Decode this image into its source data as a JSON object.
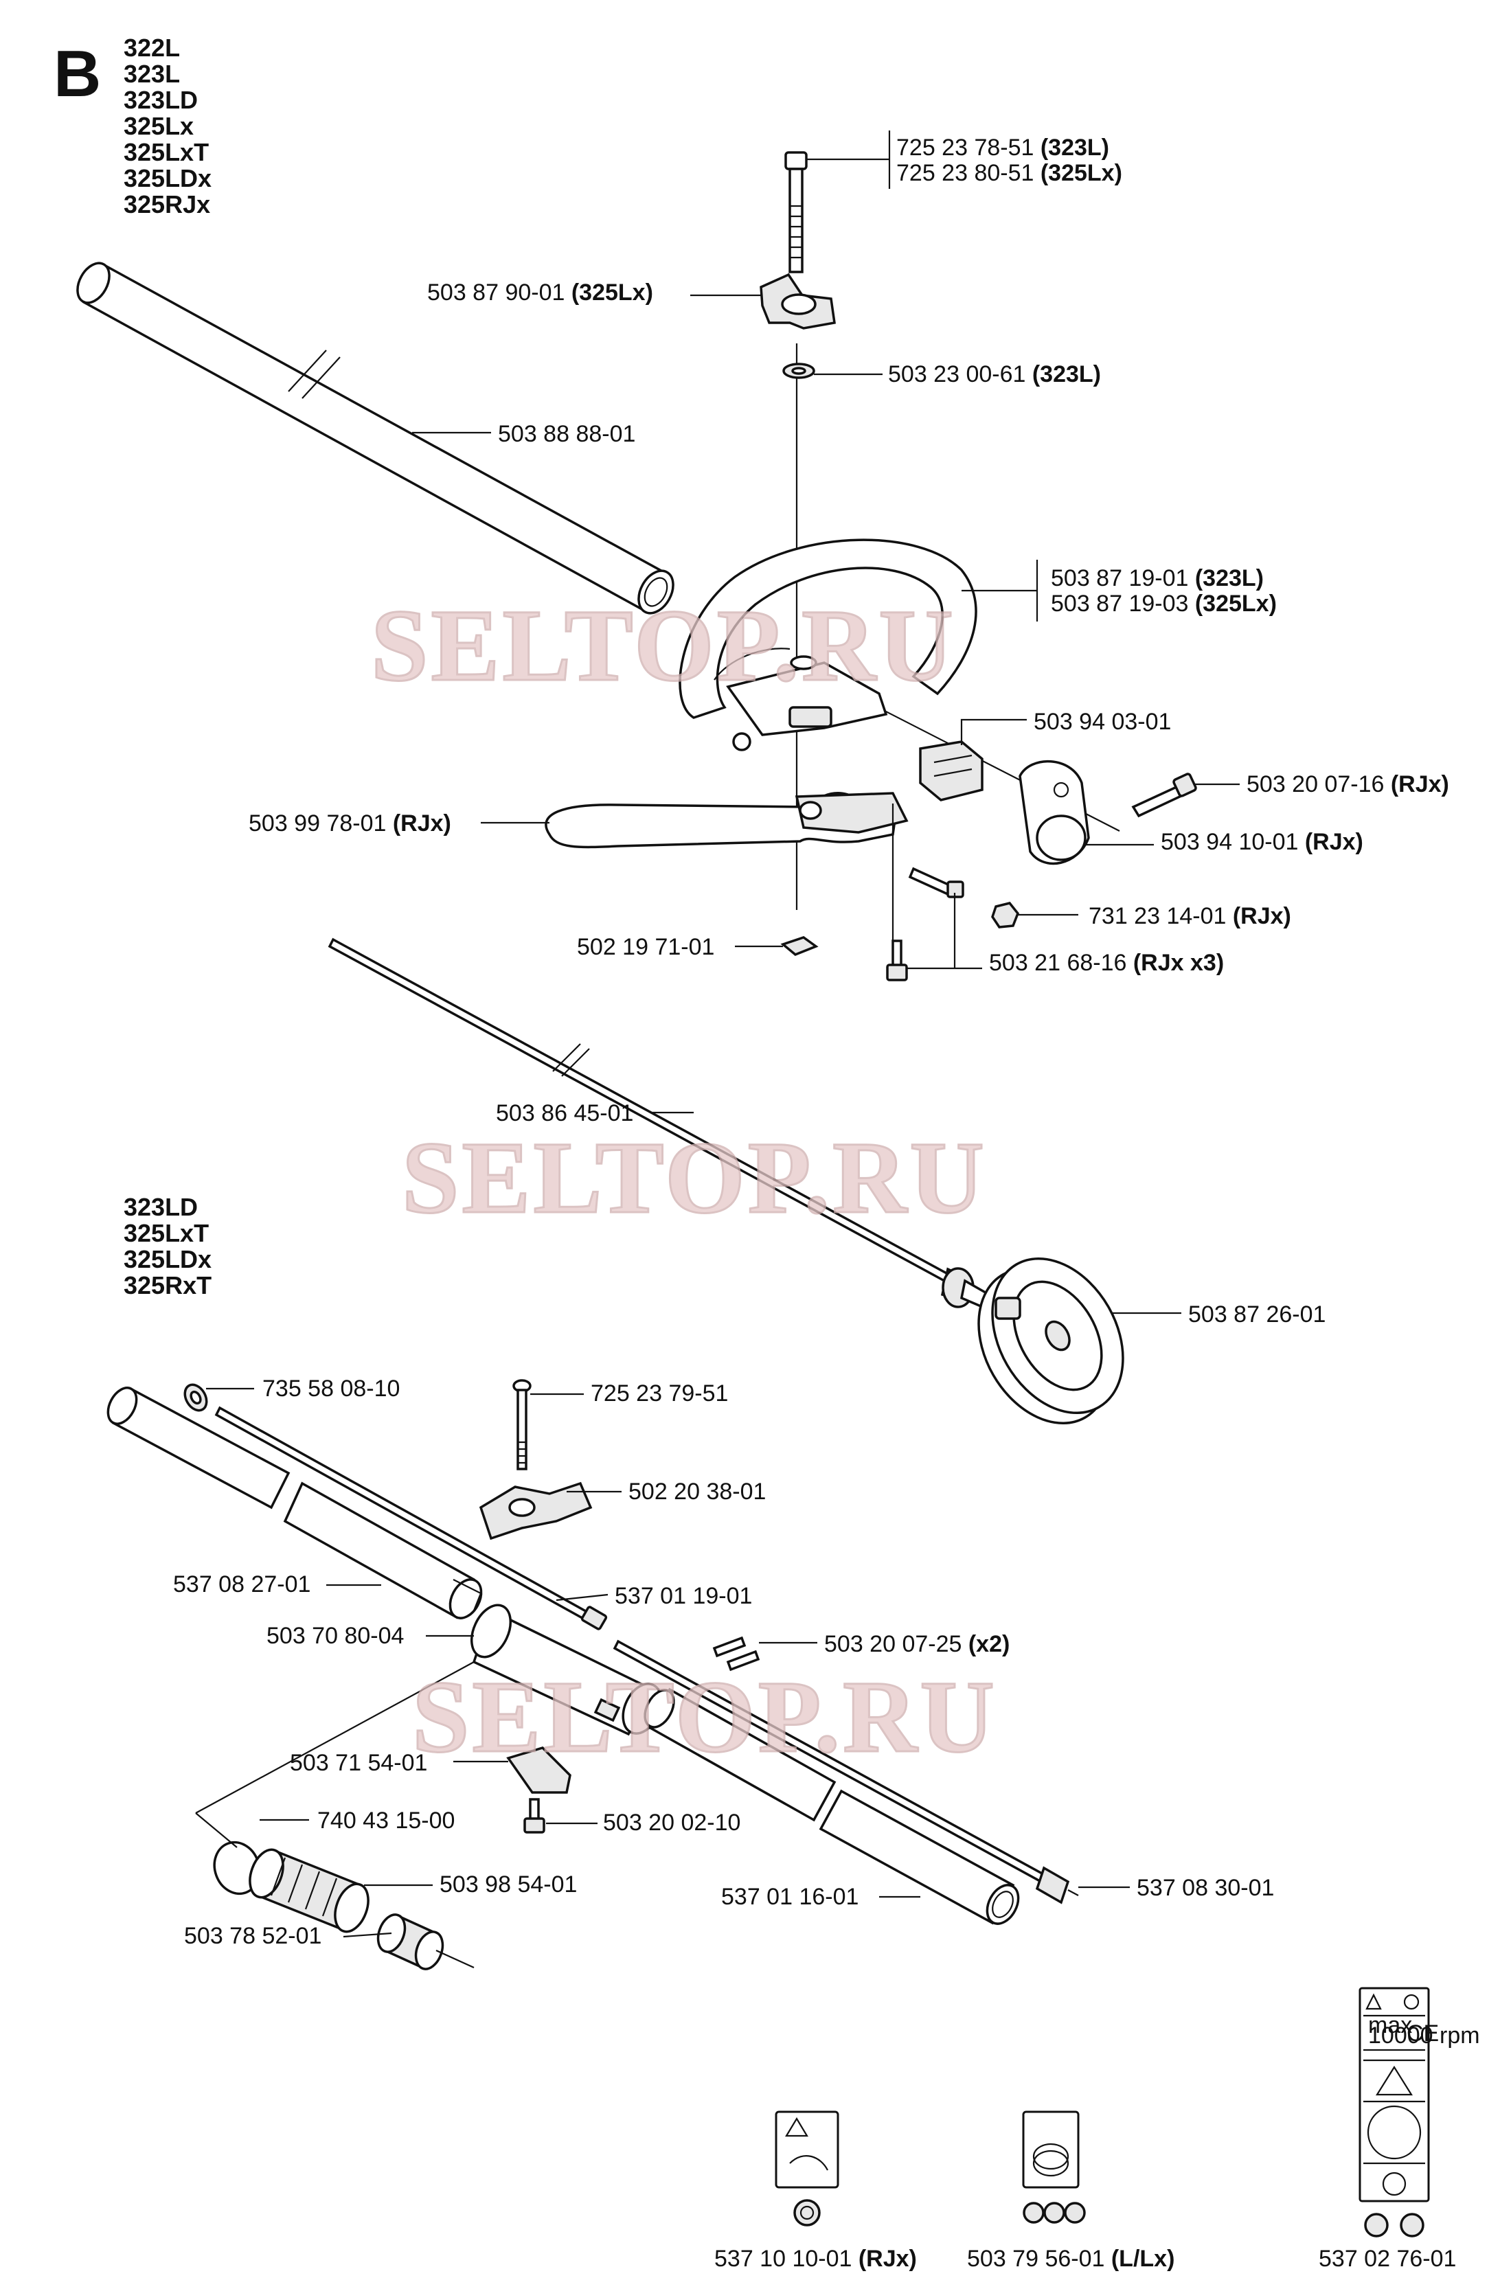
{
  "section_letter": "B",
  "model_group_1": [
    "322L",
    "323L",
    "323LD",
    "325Lx",
    "325LxT",
    "325LDx",
    "325RJx"
  ],
  "model_group_2": [
    "323LD",
    "325LxT",
    "325LDx",
    "325RxT"
  ],
  "watermark": "SELTOP.RU",
  "labels": {
    "bolt_a": {
      "num": "725 23 78-51",
      "suffix": "(323L)"
    },
    "bolt_b": {
      "num": "725 23 80-51",
      "suffix": "(325Lx)"
    },
    "knob": {
      "num": "503 87 90-01",
      "suffix": "(325Lx)"
    },
    "washer": {
      "num": "503 23 00-61",
      "suffix": "(323L)"
    },
    "shaft_tube": {
      "num": "503 88 88-01",
      "suffix": ""
    },
    "handle_a": {
      "num": "503 87 19-01",
      "suffix": "(323L)"
    },
    "handle_b": {
      "num": "503 87 19-03",
      "suffix": "(325Lx)"
    },
    "clamp": {
      "num": "503 94 03-01",
      "suffix": ""
    },
    "screw_rjx": {
      "num": "503 20 07-16",
      "suffix": "(RJx)"
    },
    "j_handle": {
      "num": "503 99 78-01",
      "suffix": "(RJx)"
    },
    "bracket": {
      "num": "503 94 10-01",
      "suffix": "(RJx)"
    },
    "nut": {
      "num": "731 23 14-01",
      "suffix": "(RJx)"
    },
    "square_nut": {
      "num": "502 19 71-01",
      "suffix": ""
    },
    "screw_x3": {
      "num": "503 21 68-16",
      "suffix": "(RJx x3)"
    },
    "drive_shaft": {
      "num": "503 86 45-01",
      "suffix": ""
    },
    "clutch_drum": {
      "num": "503 87 26-01",
      "suffix": ""
    },
    "ring": {
      "num": "735 58 08-10",
      "suffix": ""
    },
    "bolt_c": {
      "num": "725 23 79-51",
      "suffix": ""
    },
    "knob_b": {
      "num": "502 20 38-01",
      "suffix": ""
    },
    "upper_tube": {
      "num": "537 08 27-01",
      "suffix": ""
    },
    "upper_shaft": {
      "num": "537 01 19-01",
      "suffix": ""
    },
    "coupling": {
      "num": "503 70 80-04",
      "suffix": ""
    },
    "screw_x2": {
      "num": "503 20 07-25",
      "suffix": "(x2)"
    },
    "plate": {
      "num": "503 71 54-01",
      "suffix": ""
    },
    "screw_c": {
      "num": "503 20 02-10",
      "suffix": ""
    },
    "oring": {
      "num": "740 43 15-00",
      "suffix": ""
    },
    "bearing": {
      "num": "503 98 54-01",
      "suffix": ""
    },
    "cap": {
      "num": "503 78 52-01",
      "suffix": ""
    },
    "lower_tube": {
      "num": "537 01 16-01",
      "suffix": ""
    },
    "lower_shaft": {
      "num": "537 08 30-01",
      "suffix": ""
    },
    "decal_a": {
      "num": "537 10 10-01",
      "suffix": "(RJx)"
    },
    "decal_b": {
      "num": "503 79 56-01",
      "suffix": "(L/Lx)"
    },
    "decal_c": {
      "num": "537 02 76-01",
      "suffix": ""
    }
  },
  "decal_c_texts": [
    "max",
    "10000 rpm",
    "CE"
  ]
}
